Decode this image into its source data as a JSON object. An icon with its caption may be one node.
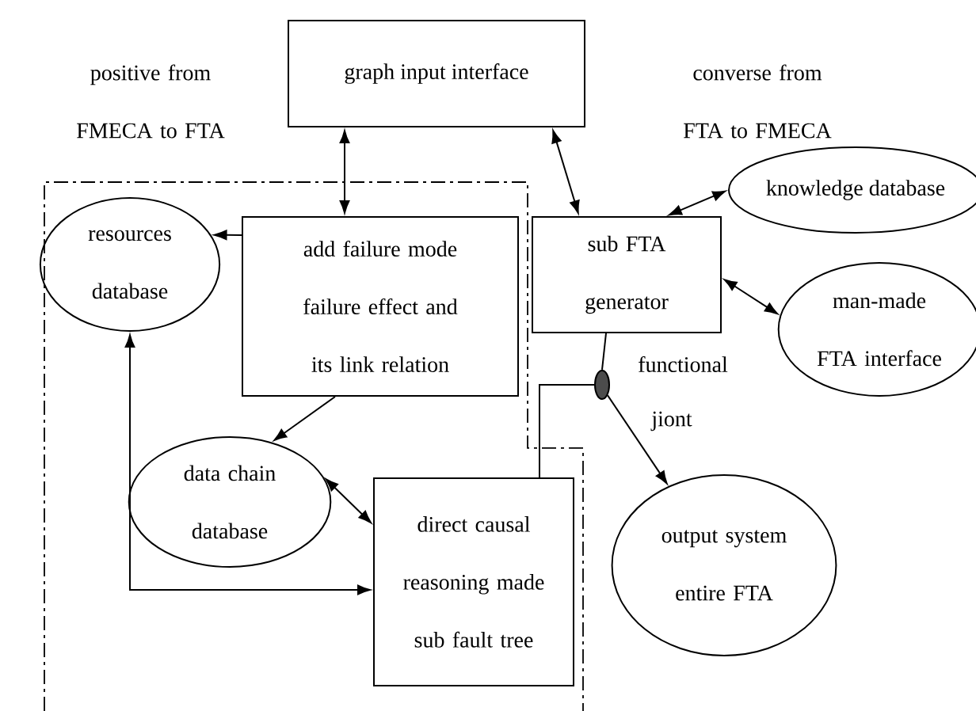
{
  "diagram": {
    "nodes": [
      {
        "text": [
          "graph input interface"
        ]
      },
      {
        "text": [
          "add failure mode failure effect and its link relation"
        ]
      },
      {
        "text": [
          "sub FTA generator"
        ]
      },
      {
        "text": [
          "resources database"
        ]
      },
      {
        "text": [
          "knowledge database"
        ]
      },
      {
        "text": [
          "man-made FTA interface"
        ]
      },
      {
        "text": [
          "data chain database"
        ]
      },
      {
        "text": [
          "direct causal reasoning made sub fault tree"
        ]
      },
      {
        "text": [],
        "shape": "circle",
        "beside": [
          "functional",
          "jiont"
        ]
      },
      {
        "text": [
          "output system entire FTA"
        ]
      }
    ],
    "edges": [
      {
        "from": 0,
        "to": 1,
        "arrow": "both"
      },
      {
        "from": 0,
        "to": 2,
        "arrow": "both"
      },
      {
        "from": 2,
        "to": 4,
        "arrow": "both"
      },
      {
        "from": 1,
        "to": 3,
        "arrow": "to"
      },
      {
        "from": 2,
        "to": 5,
        "arrow": "both"
      },
      {
        "from": 1,
        "to": 6,
        "arrow": "to"
      },
      {
        "from": 6,
        "to": 7,
        "arrow": "both"
      },
      {
        "from": 7,
        "to": 3,
        "arrow": "both"
      },
      {
        "from": 2,
        "to": 8,
        "arrow": "none"
      },
      {
        "from": 7,
        "to": 8,
        "arrow": "none"
      },
      {
        "from": 8,
        "to": 9,
        "arrow": "to"
      }
    ],
    "labels": [
      "positive from FMECA to FTA",
      "converse from FTA to FMECA"
    ]
  }
}
